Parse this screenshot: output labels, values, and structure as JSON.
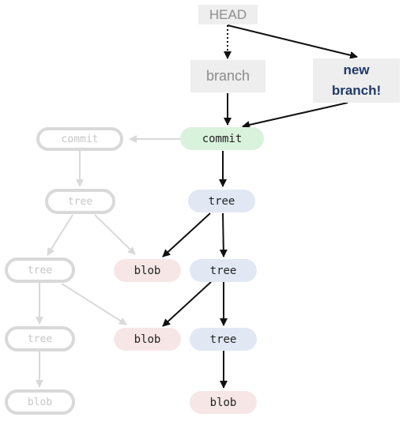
{
  "refs": {
    "head": "HEAD",
    "branch": "branch",
    "new_branch": "new\nbranch!"
  },
  "old_history": {
    "commit": "commit",
    "tree_root": "tree",
    "tree_sub": "tree",
    "tree_leaf": "tree",
    "blob": "blob"
  },
  "current": {
    "commit": "commit",
    "tree_root": "tree",
    "blob_1": "blob",
    "tree_sub": "tree",
    "blob_2": "blob",
    "tree_leaf": "tree",
    "blob_3": "blob"
  },
  "colors": {
    "active_arrow": "#111111",
    "ghost_arrow": "#d9d9d9",
    "commit_fill": "#d9f2dc",
    "tree_fill": "#e1e8f4",
    "blob_fill": "#f6e7e6",
    "ref_fill": "#eeeeee",
    "new_branch_text": "#1f3a68"
  }
}
